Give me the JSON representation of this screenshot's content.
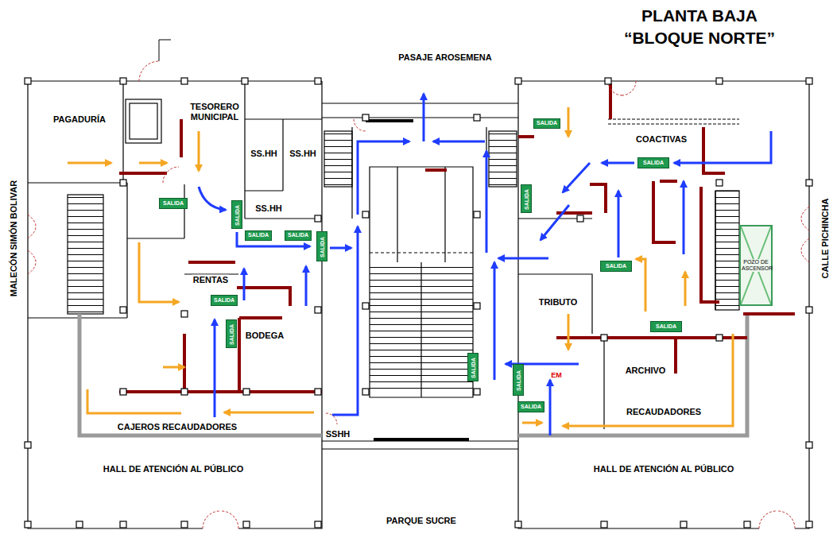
{
  "diagram": {
    "title": "PLANTA BAJA “BLOQUE NORTE”",
    "nodes": [
      {
        "text": [
          "SALIDA"
        ]
      },
      {
        "text": [
          "SALIDA"
        ]
      },
      {
        "text": [
          "SALIDA"
        ]
      },
      {
        "text": [
          "SALIDA"
        ]
      },
      {
        "text": [
          "SALIDA"
        ]
      },
      {
        "text": [
          "SALIDA"
        ]
      },
      {
        "text": [
          "SALIDA"
        ]
      },
      {
        "text": [
          "SALIDA"
        ]
      },
      {
        "text": [
          "POZO DE ASCENSOR"
        ]
      },
      {
        "text": [
          "SALIDA"
        ]
      },
      {
        "text": [
          "SALIDA"
        ]
      },
      {
        "text": [
          "SALIDA"
        ]
      },
      {
        "text": [
          "SALIDA"
        ]
      },
      {
        "text": [
          "SALIDA"
        ]
      },
      {
        "text": [
          "SALIDA"
        ]
      },
      {
        "text": [
          "SALIDA"
        ]
      }
    ],
    "labels": [
      "PASAJE AROSEMENA",
      "MALECÓN SIMÓN BOLIVAR",
      "CALLE PICHINCHA",
      "PAGADURÍA",
      "TESORERO MUNICIPAL",
      "SS.HH",
      "SS.HH",
      "SS.HH",
      "RENTAS",
      "BODEGA",
      "COACTIVAS",
      "TRIBUTO",
      "EM",
      "ARCHIVO",
      "RECAUDADORES",
      "CAJEROS RECAUDADORES",
      "SSHH",
      "HALL DE ATENCIÓN AL PÚBLICO",
      "HALL DE ATENCIÓN AL PÚBLICO",
      "PARQUE SUCRE"
    ]
  }
}
